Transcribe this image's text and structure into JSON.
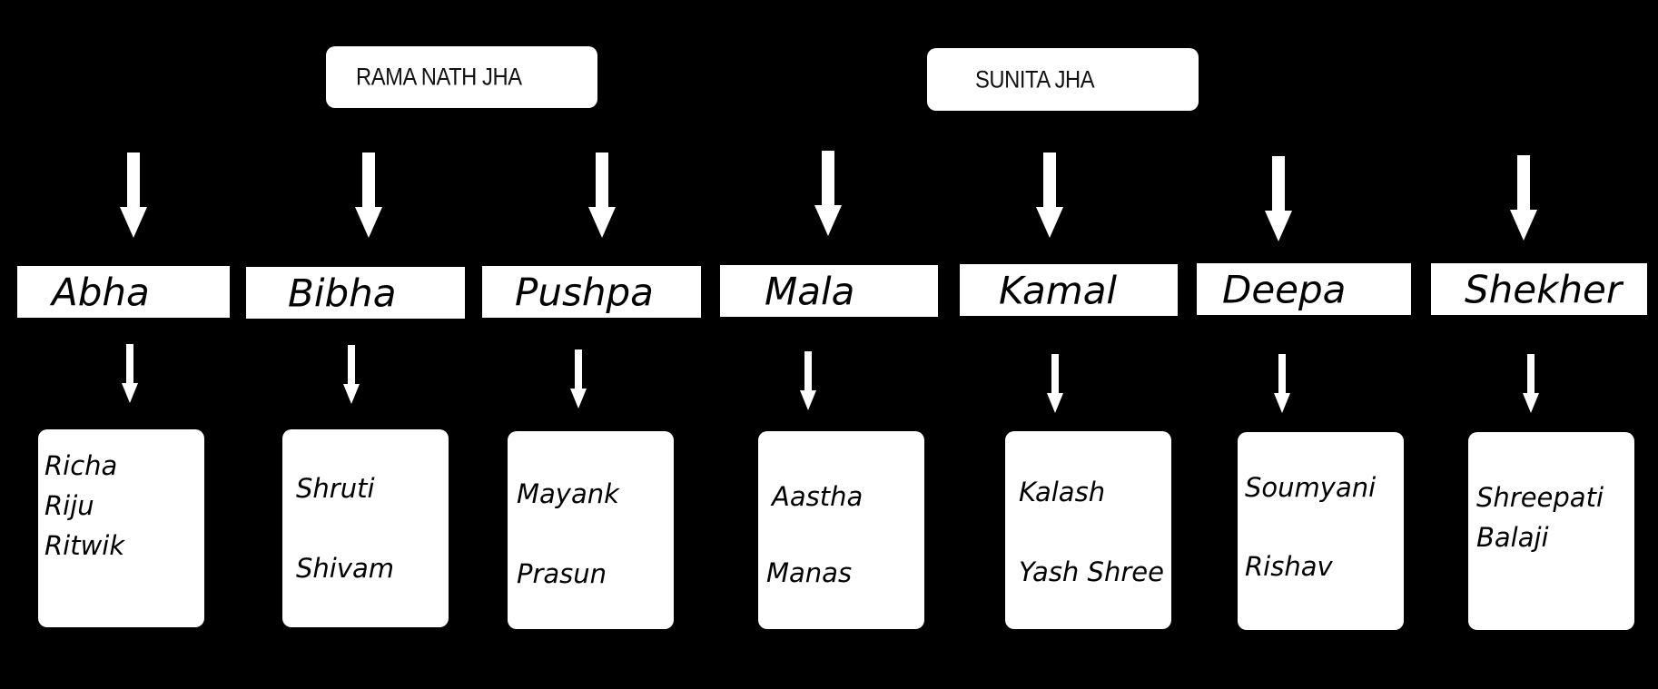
{
  "parents": [
    {
      "id": "rama",
      "name": "RAMA NATH JHA"
    },
    {
      "id": "sunita",
      "name": "SUNITA JHA"
    }
  ],
  "children": [
    {
      "name": "Abha",
      "grandchildren": [
        "Richa",
        "Riju",
        "Ritwik"
      ]
    },
    {
      "name": "Bibha",
      "grandchildren": [
        "Shruti",
        "Shivam"
      ]
    },
    {
      "name": "Pushpa",
      "grandchildren": [
        "Mayank",
        "Prasun"
      ]
    },
    {
      "name": "Mala",
      "grandchildren": [
        "Aastha",
        "Manas"
      ]
    },
    {
      "name": "Kamal",
      "grandchildren": [
        "Kalash",
        "Yash Shree"
      ]
    },
    {
      "name": "Deepa",
      "grandchildren": [
        "Soumyani",
        "Rishav"
      ]
    },
    {
      "name": "Shekher",
      "grandchildren": [
        "Shreepati",
        "Balaji"
      ]
    }
  ]
}
